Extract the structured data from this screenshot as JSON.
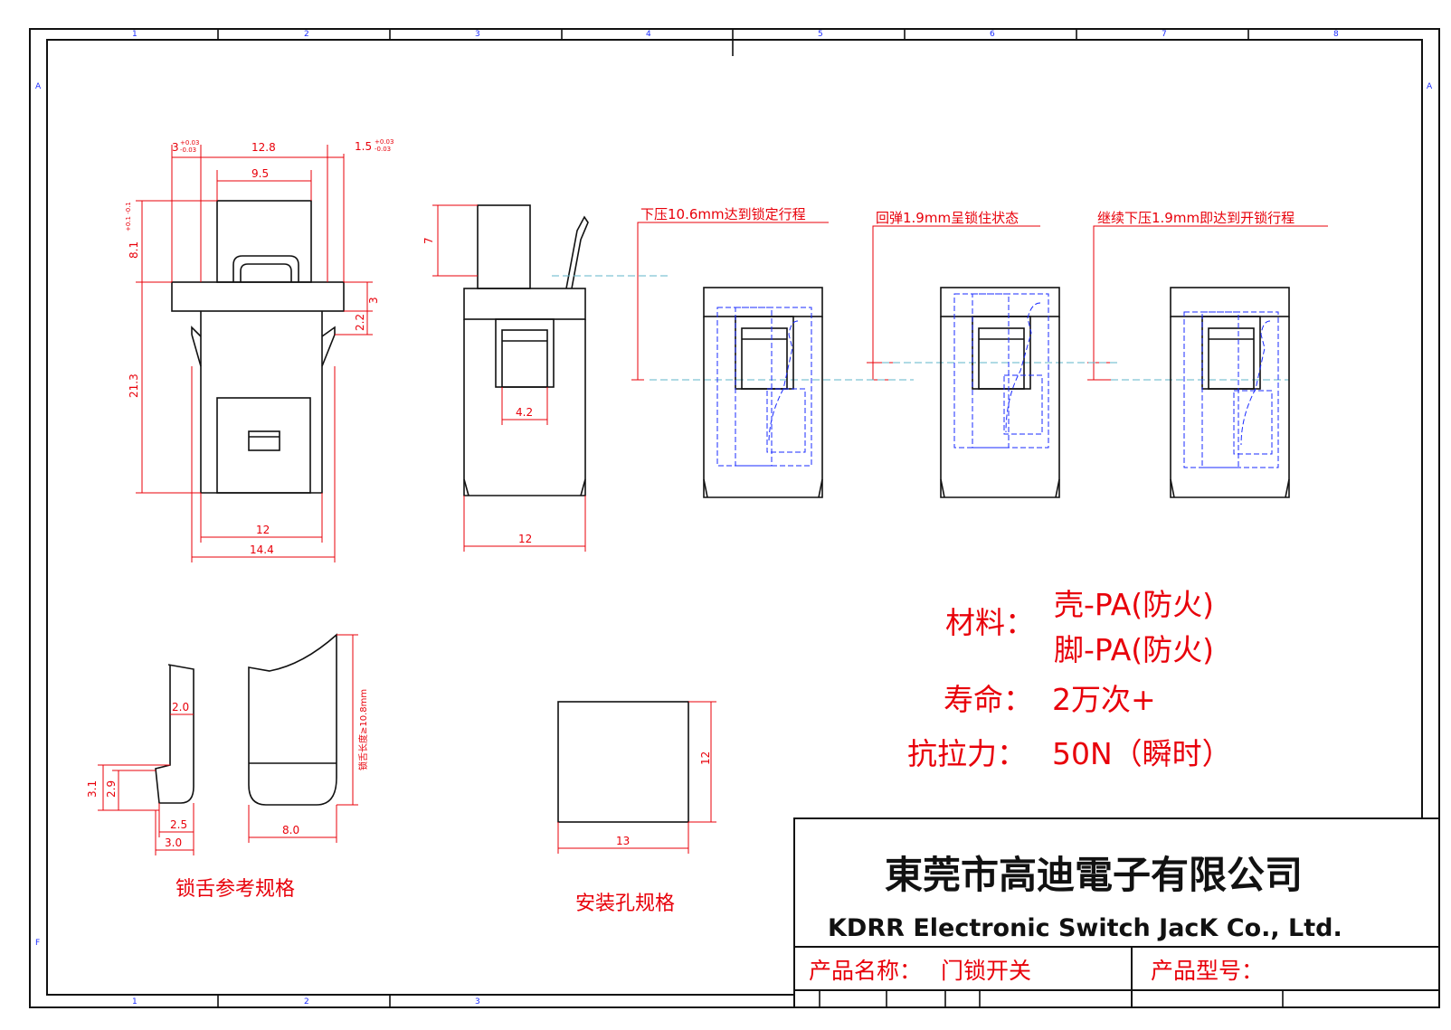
{
  "grid": {
    "columns": [
      "1",
      "2",
      "3",
      "4",
      "5",
      "6",
      "7",
      "8"
    ],
    "bottom_columns": [
      "1",
      "2",
      "3"
    ],
    "rows_left": [
      "A",
      "F"
    ],
    "rows_right": [
      "A"
    ]
  },
  "dims": {
    "d3": "3",
    "d3_tol_plus": "+0.03",
    "d3_tol_minus": "-0.03",
    "d12_8": "12.8",
    "d1_5": "1.5",
    "d1_5_tol_plus": "+0.03",
    "d1_5_tol_minus": "-0.03",
    "d9_5": "9.5",
    "d8_1": "8.1",
    "d8_1_tol": "+0.1 -0.1",
    "d3_side": "3",
    "d2_2": "2.2",
    "d21_3": "21.3",
    "d12_front": "12",
    "d14_4": "14.4",
    "d7": "7",
    "d4_2": "4.2",
    "d12_side": "12",
    "tongue_2_0": "2.0",
    "tongue_3_1": "3.1",
    "tongue_2_9": "2.9",
    "tongue_2_5": "2.5",
    "tongue_3_0": "3.0",
    "tongue_8_0": "8.0",
    "tongue_len": "锁舌长度≥10.8mm",
    "hole_12": "12",
    "hole_13": "13"
  },
  "notes": {
    "press": "下压10.6mm达到锁定行程",
    "rebound": "回弹1.9mm呈锁住状态",
    "continue": "继续下压1.9mm即达到开锁行程"
  },
  "captions": {
    "tongue": "锁舌参考规格",
    "hole": "安装孔规格"
  },
  "specs": {
    "material_label": "材料：",
    "material_shell": "壳-PA(防火)",
    "material_foot": "脚-PA(防火)",
    "life_label": "寿命：",
    "life_value": "2万次+",
    "pull_label": "抗拉力：",
    "pull_value": "50N（瞬时）"
  },
  "title_block": {
    "company_cn": "東莞市高迪電子有限公司",
    "company_en": "KDRR Electronic Switch JacK Co., Ltd.",
    "product_name_label": "产品名称：",
    "product_name": "门锁开关",
    "product_model_label": "产品型号："
  },
  "colors": {
    "dimension": "#e8000a",
    "outline": "#111111",
    "hidden": "#1a2bff",
    "centerline": "#5fb6c8"
  }
}
